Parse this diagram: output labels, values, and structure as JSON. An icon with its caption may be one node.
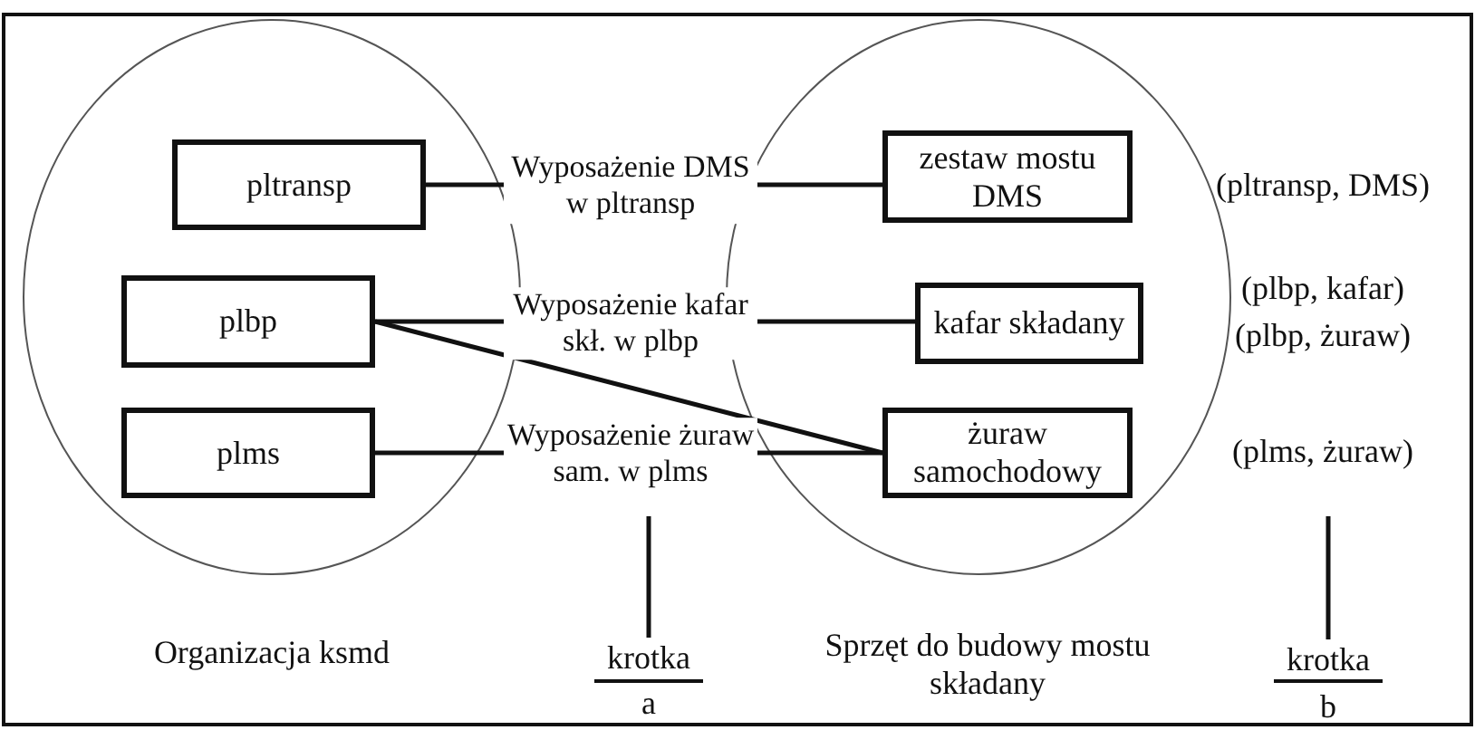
{
  "diagram": {
    "nodes": [
      {
        "text": [
          "Organizacja ksmd"
        ]
      },
      {
        "text": [
          "Sprzęt do budowy mostu składany"
        ]
      },
      {
        "text": [
          "pltransp"
        ],
        "in": 0
      },
      {
        "text": [
          "plbp"
        ],
        "in": 0
      },
      {
        "text": [
          "plms"
        ],
        "in": 0
      },
      {
        "text": [
          "zestaw mostu DMS"
        ],
        "in": 1
      },
      {
        "text": [
          "kafar składany"
        ],
        "in": 1
      },
      {
        "text": [
          "żuraw samochodowy"
        ],
        "in": 1
      },
      {
        "text": [
          "krotka"
        ]
      },
      {
        "text": [
          "krotka"
        ]
      }
    ],
    "edges": [
      {
        "from": 2,
        "to": 5,
        "arrow": "none",
        "label": "Wyposażenie DMS w pltransp"
      },
      {
        "from": 3,
        "to": 6,
        "arrow": "none",
        "label": "Wyposażenie kafar skł. w plbp"
      },
      {
        "from": 3,
        "to": 7,
        "arrow": "none"
      },
      {
        "from": 4,
        "to": 7,
        "arrow": "none",
        "label": "Wyposażenie żuraw sam. w plms"
      },
      {
        "from": 8,
        "to": null,
        "arrow": "none"
      },
      {
        "from": 9,
        "to": null,
        "arrow": "none"
      }
    ],
    "labels": [
      "(pltransp, DMS)",
      "(plbp, kafar)",
      "(plbp, żuraw)",
      "(plms, żuraw)",
      "a",
      "b"
    ]
  }
}
